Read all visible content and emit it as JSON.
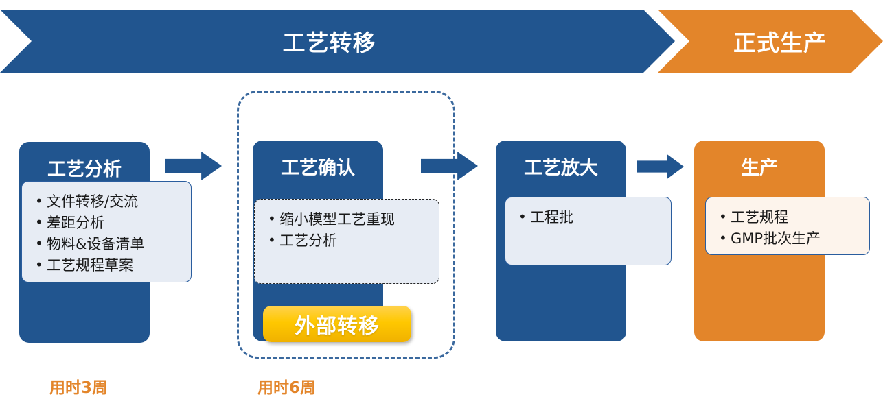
{
  "banner": {
    "phases": [
      {
        "label": "工艺转移",
        "color": "#21558F"
      },
      {
        "label": "正式生产",
        "color": "#E3852A"
      }
    ]
  },
  "stages": [
    {
      "title": "工艺分析",
      "color": "#21558F",
      "items": [
        "文件转移/交流",
        "差距分析",
        "物料&设备清单",
        "工艺规程草案"
      ]
    },
    {
      "title": "工艺确认",
      "color": "#21558F",
      "items": [
        "缩小模型工艺重现",
        "工艺分析"
      ]
    },
    {
      "title": "工艺放大",
      "color": "#21558F",
      "items": [
        "工程批"
      ]
    },
    {
      "title": "生产",
      "color": "#E3852A",
      "items": [
        "工艺规程",
        "GMP批次生产"
      ]
    }
  ],
  "badge": {
    "label": "外部转移",
    "color": "#FFC800"
  },
  "durations": [
    {
      "label": "用时3周",
      "color": "#E3852A"
    },
    {
      "label": "用时6周",
      "color": "#E3852A"
    }
  ]
}
